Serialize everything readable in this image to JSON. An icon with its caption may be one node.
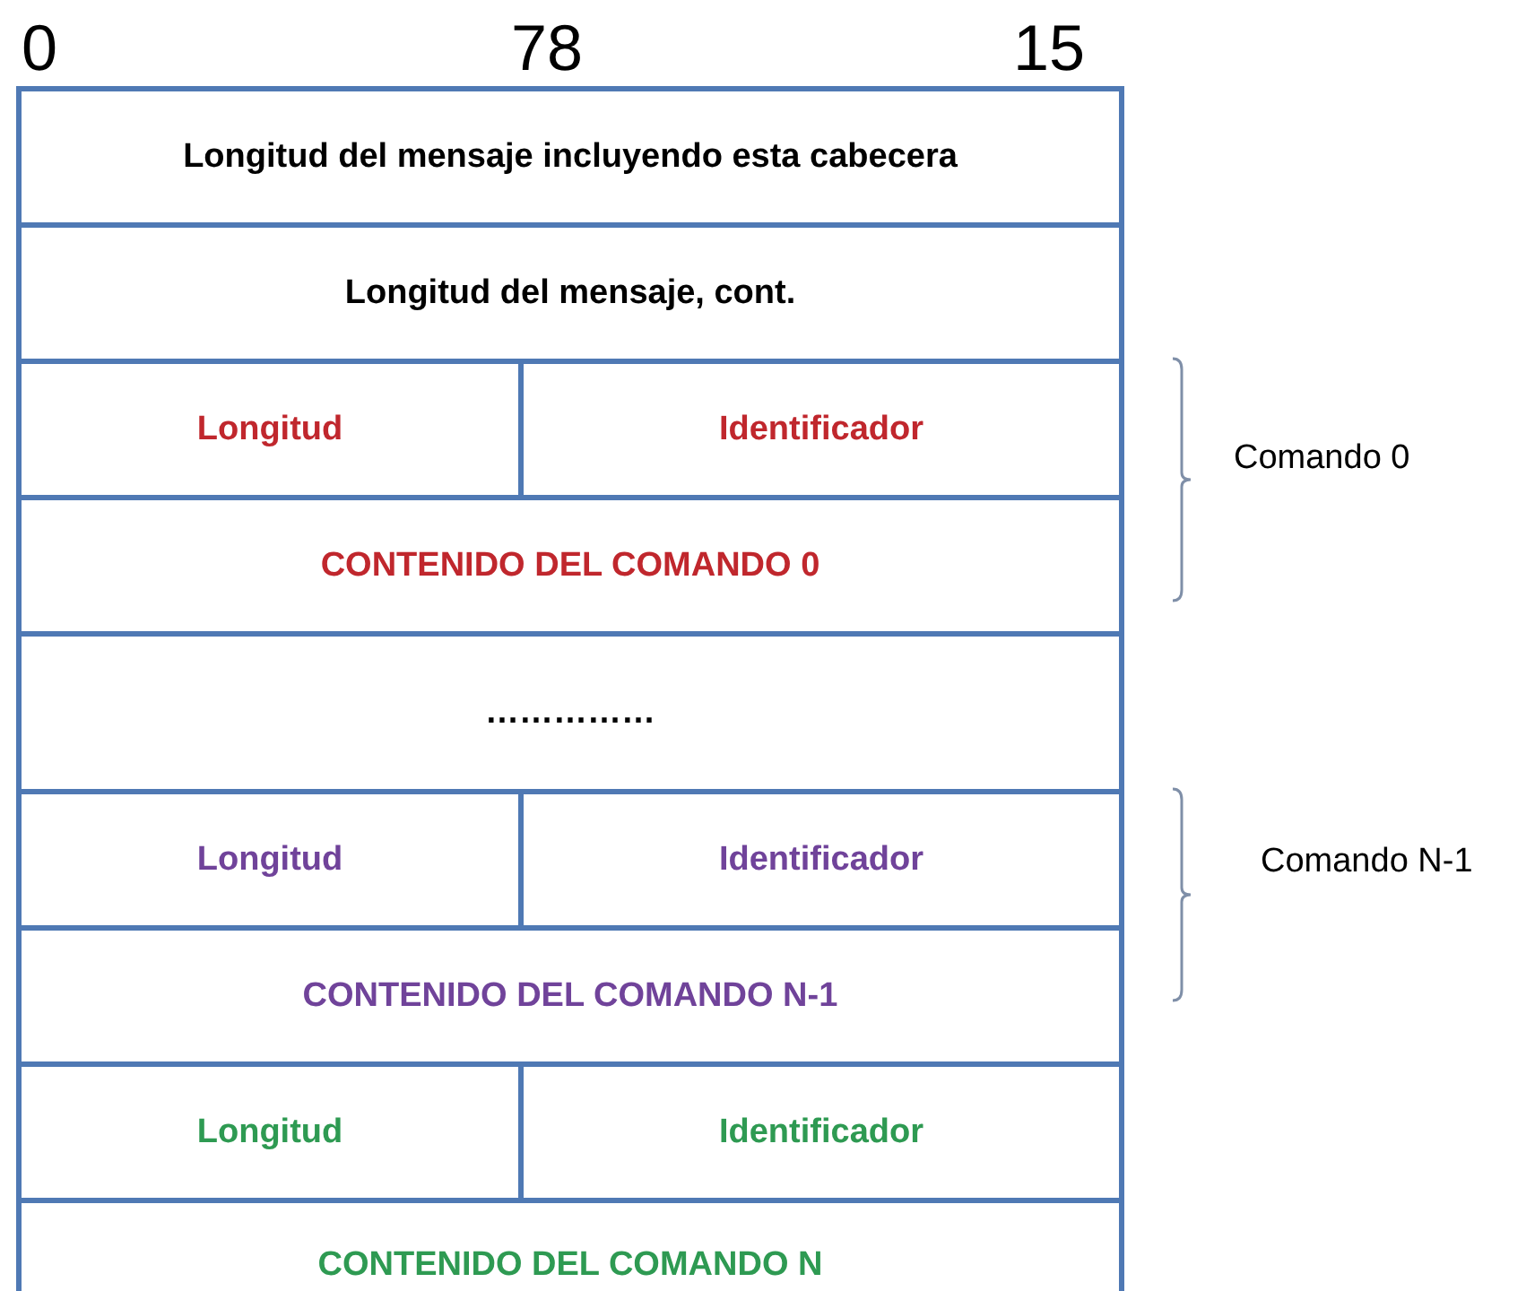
{
  "diagram": {
    "nodes": [
      {
        "text": [
          "Longitud del mensaje incluyendo esta cabecera"
        ]
      },
      {
        "text": [
          "Longitud del mensaje, cont."
        ]
      },
      {
        "text": [
          "Longitud"
        ]
      },
      {
        "text": [
          "Identificador"
        ]
      },
      {
        "text": [
          "CONTENIDO DEL COMANDO 0"
        ]
      },
      {
        "text": [
          "……………"
        ]
      },
      {
        "text": [
          "Longitud"
        ]
      },
      {
        "text": [
          "Identificador"
        ]
      },
      {
        "text": [
          "CONTENIDO DEL COMANDO N-1"
        ]
      },
      {
        "text": [
          "Longitud"
        ]
      },
      {
        "text": [
          "Identificador"
        ]
      },
      {
        "text": [
          "CONTENIDO DEL COMANDO N"
        ]
      }
    ],
    "edges": [],
    "labels": [
      "0",
      "78",
      "15",
      "Comando 0",
      "Comando N-1"
    ]
  }
}
